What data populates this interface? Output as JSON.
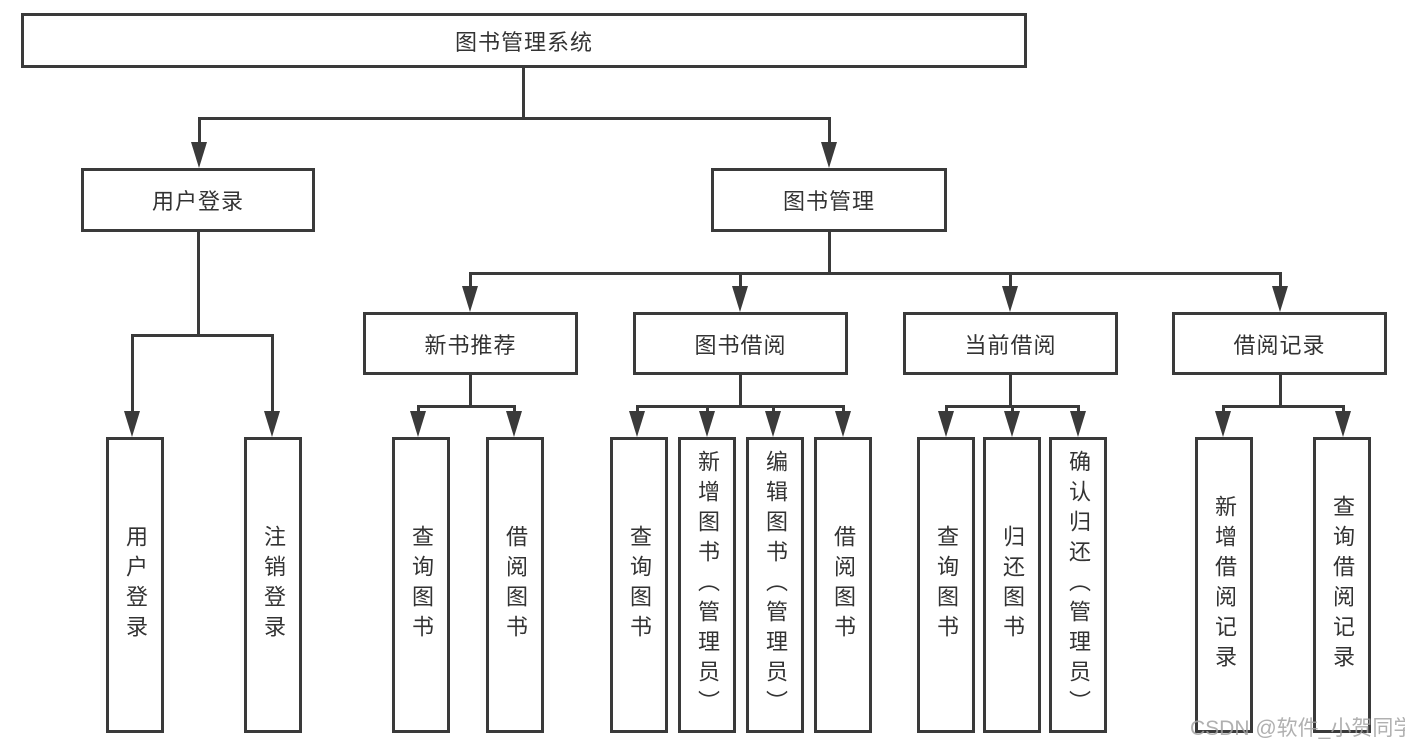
{
  "tree": {
    "label": "图书管理系统",
    "children": [
      {
        "label": "用户登录",
        "children": [
          {
            "label": "用户登录"
          },
          {
            "label": "注销登录"
          }
        ]
      },
      {
        "label": "图书管理",
        "children": [
          {
            "label": "新书推荐",
            "children": [
              {
                "label": "查询图书"
              },
              {
                "label": "借阅图书"
              }
            ]
          },
          {
            "label": "图书借阅",
            "children": [
              {
                "label": "查询图书"
              },
              {
                "label": "新增图书（管理员）"
              },
              {
                "label": "编辑图书（管理员）"
              },
              {
                "label": "借阅图书"
              }
            ]
          },
          {
            "label": "当前借阅",
            "children": [
              {
                "label": "查询图书"
              },
              {
                "label": "归还图书"
              },
              {
                "label": "确认归还（管理员）"
              }
            ]
          },
          {
            "label": "借阅记录",
            "children": [
              {
                "label": "新增借阅记录"
              },
              {
                "label": "查询借阅记录"
              }
            ]
          }
        ]
      }
    ]
  },
  "watermark": {
    "text": "CSDN @软件_小贺同学"
  },
  "colors": {
    "line": "#3a3a3a",
    "text": "#333333",
    "background": "#ffffff",
    "watermark": "#a3a3a3"
  }
}
